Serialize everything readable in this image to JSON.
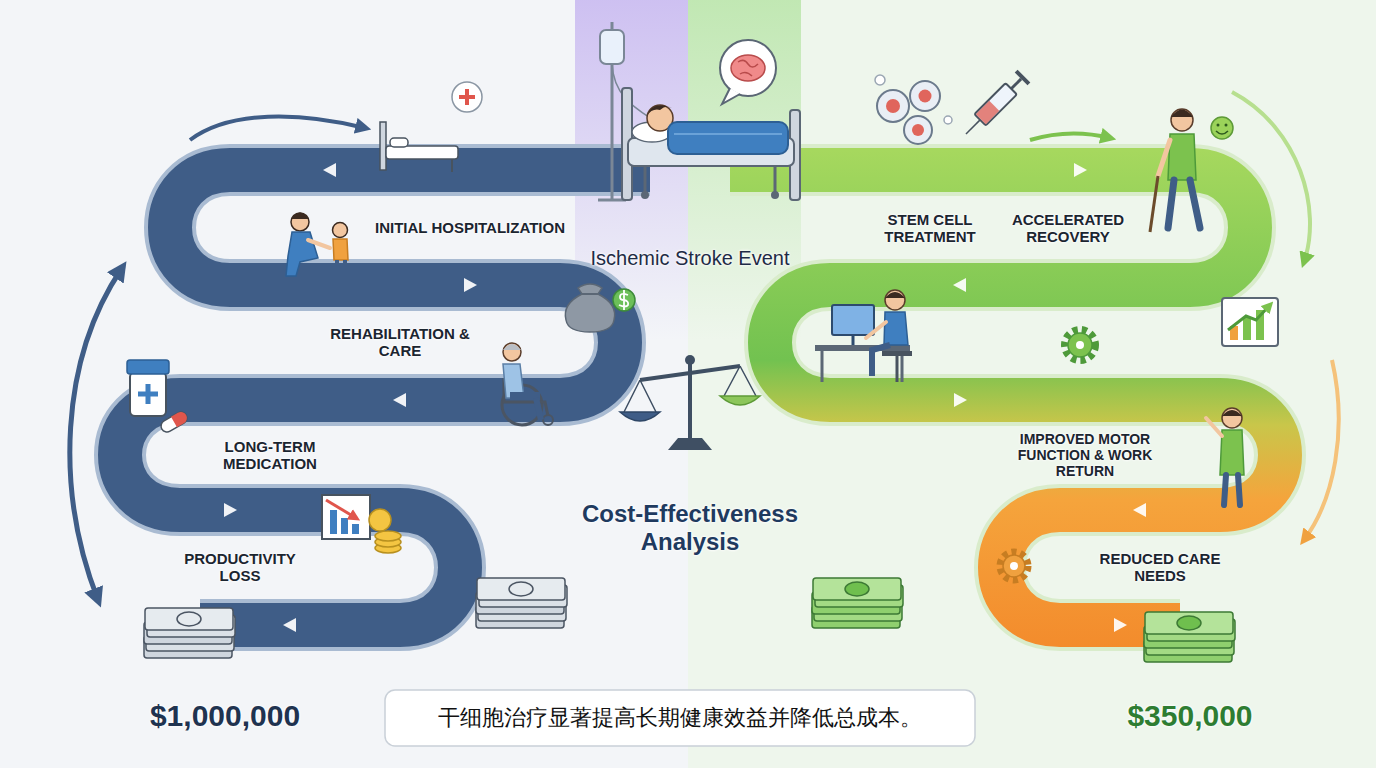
{
  "diagram": {
    "caption": "干细胞治疗显著提高长期健康效益并降低总成本。",
    "labels": [
      "INITIAL HOSPITALIZATION",
      "Ischemic Stroke Event",
      "STEM CELL TREATMENT",
      "ACCELERATED RECOVERY",
      "REHABILITATION & CARE",
      "LONG-TERM MEDICATION",
      "Cost-Effectiveness Analysis",
      "IMPROVED MOTOR FUNCTION & WORK RETURN",
      "PRODUCTIVITY LOSS",
      "REDUCED CARE NEEDS",
      "$1,000,000",
      "$350,000"
    ]
  }
}
